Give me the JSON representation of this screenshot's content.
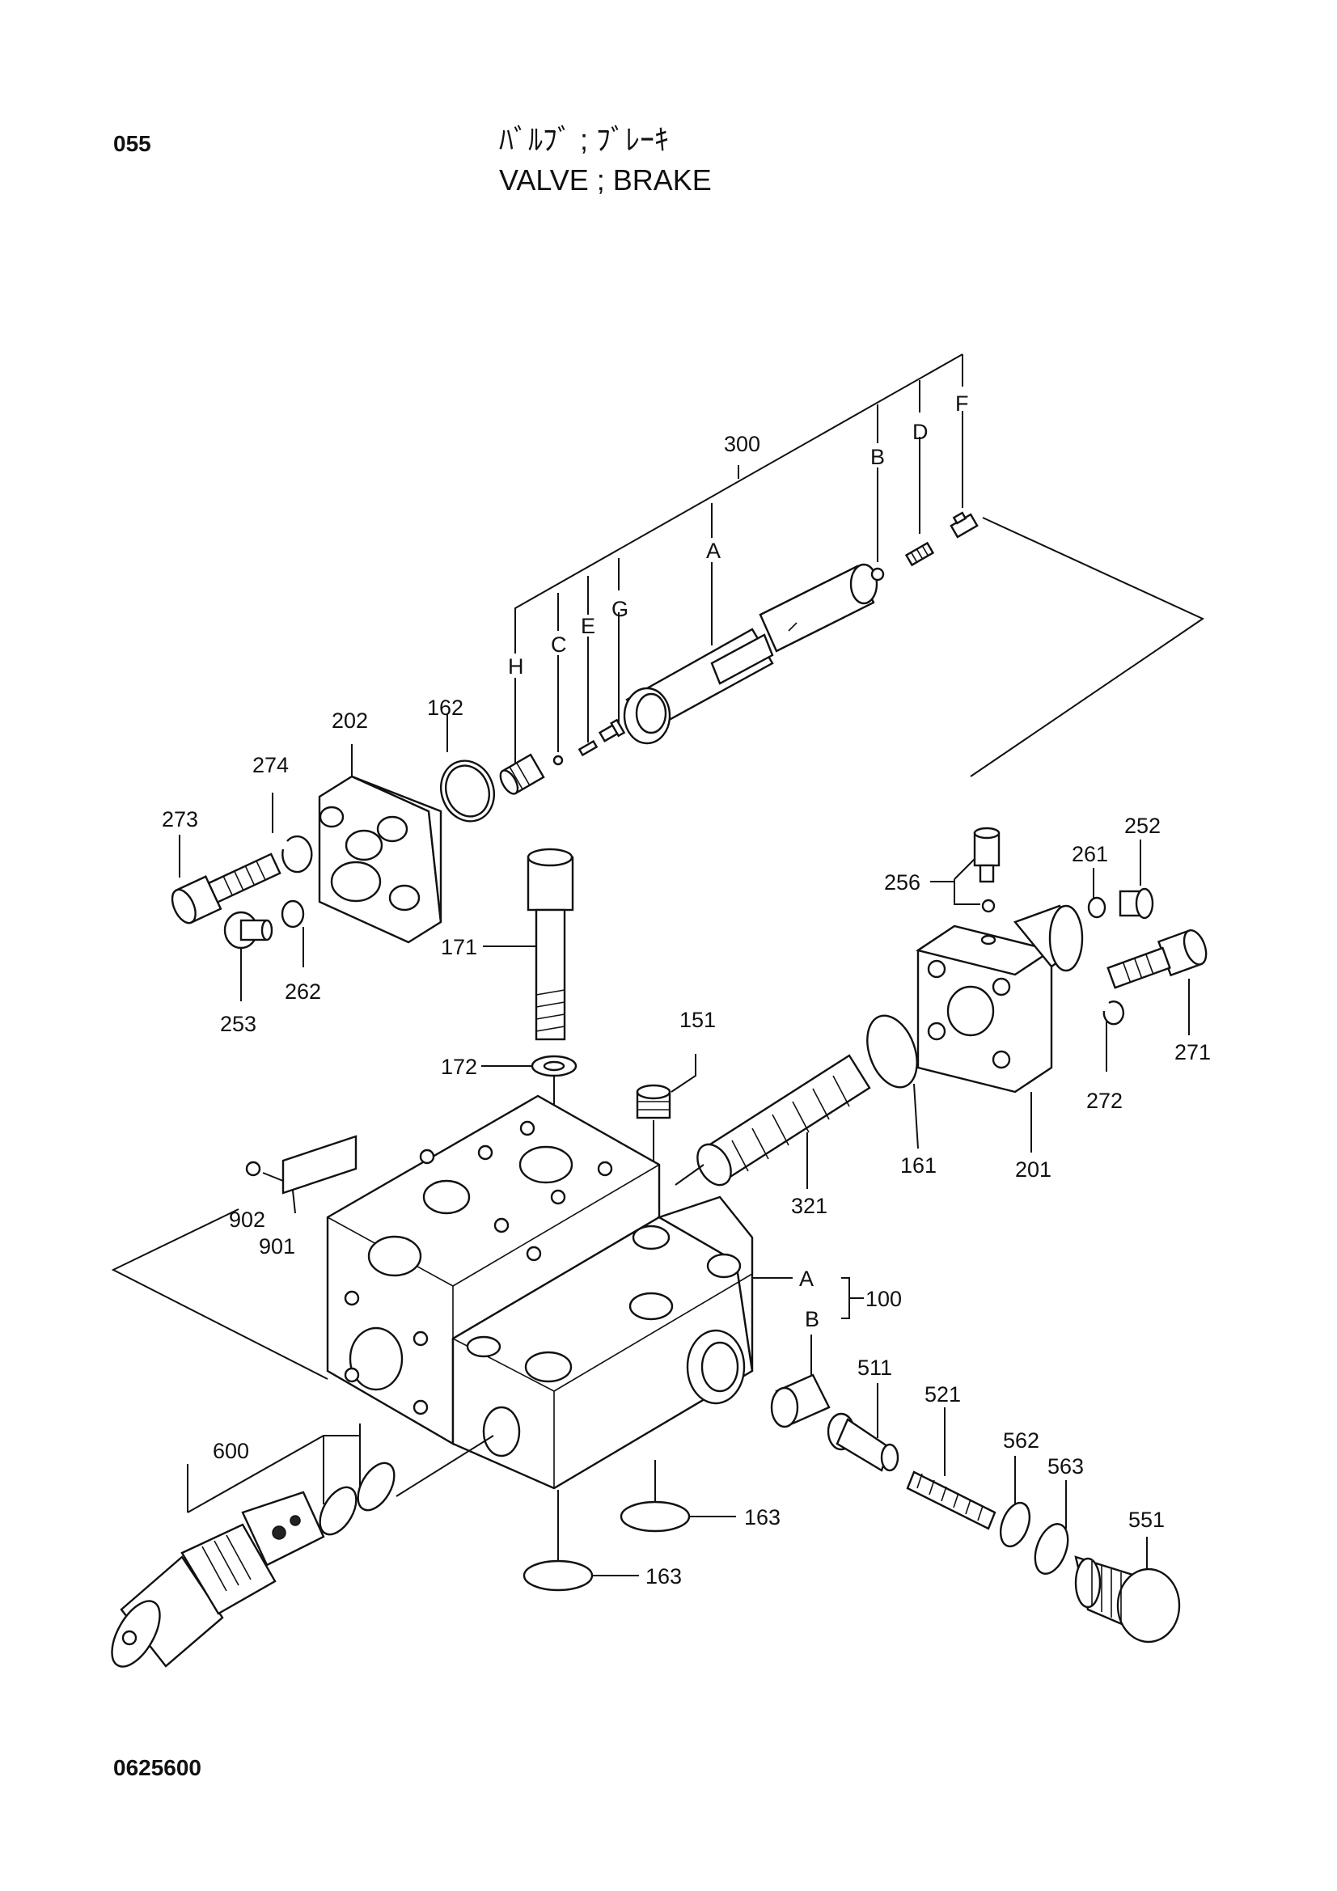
{
  "header": {
    "page_number": "055",
    "title_japanese": "ﾊﾞﾙﾌﾞ ; ﾌﾞﾚｰｷ",
    "title_english": "VALVE ; BRAKE"
  },
  "footer": {
    "document_code": "0625600"
  },
  "callouts": {
    "c300": "300",
    "cA_top": "A",
    "cB_top": "B",
    "cC": "C",
    "cD": "D",
    "cE": "E",
    "cF": "F",
    "cG": "G",
    "cH": "H",
    "c202": "202",
    "c274": "274",
    "c273": "273",
    "c162": "162",
    "c253": "253",
    "c262": "262",
    "c171": "171",
    "c172": "172",
    "c151": "151",
    "c256": "256",
    "c261": "261",
    "c252": "252",
    "c271": "271",
    "c272": "272",
    "c201": "201",
    "c161": "161",
    "c321": "321",
    "c902": "902",
    "c901": "901",
    "cA_body": "A",
    "cB_body": "B",
    "c100": "100",
    "c511": "511",
    "c521": "521",
    "c562": "562",
    "c563": "563",
    "c551": "551",
    "c600": "600",
    "c163a": "163",
    "c163b": "163"
  }
}
